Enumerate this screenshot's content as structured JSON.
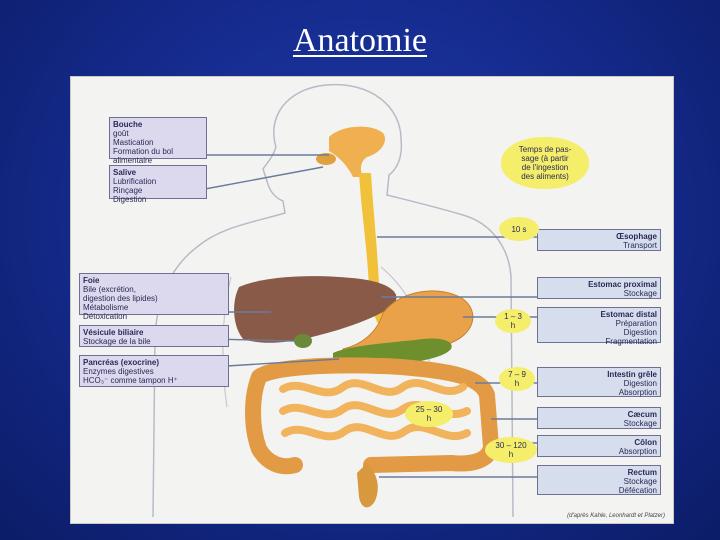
{
  "slide": {
    "title": "Anatomie"
  },
  "left_boxes": [
    {
      "title": "Bouche",
      "lines": [
        "goût",
        "Mastication",
        "Formation du bol",
        "alimentaire"
      ]
    },
    {
      "title": "Salive",
      "lines": [
        "Lubrification",
        "Rinçage",
        "Digestion"
      ]
    },
    {
      "title": "Foie",
      "lines": [
        "Bile (excrétion,",
        "digestion des lipides)",
        "Métabolisme",
        "Détoxication"
      ]
    },
    {
      "title": "Vésicule biliaire",
      "lines": [
        "Stockage de la bile"
      ]
    },
    {
      "title": "Pancréas (exocrine)",
      "lines": [
        "Enzymes digestives",
        "HCO₃⁻ comme tampon H⁺"
      ]
    }
  ],
  "right_boxes": [
    {
      "title": "Œsophage",
      "lines": [
        "Transport"
      ]
    },
    {
      "title": "Estomac proximal",
      "lines": [
        "Stockage"
      ]
    },
    {
      "title": "Estomac distal",
      "lines": [
        "Préparation",
        "Digestion",
        "Fragmentation"
      ]
    },
    {
      "title": "Intestin grêle",
      "lines": [
        "Digestion",
        "Absorption"
      ]
    },
    {
      "title": "Cæcum",
      "lines": [
        "Stockage"
      ]
    },
    {
      "title": "Côlon",
      "lines": [
        "Absorption"
      ]
    },
    {
      "title": "Rectum",
      "lines": [
        "Stockage",
        "Défécation"
      ]
    }
  ],
  "transit_bubbles": [
    {
      "lines": [
        "Temps de pas-",
        "sage (à partir",
        "de l'ingestion",
        "des aliments)"
      ]
    },
    {
      "lines": [
        "10 s"
      ]
    },
    {
      "lines": [
        "1 – 3",
        "h"
      ]
    },
    {
      "lines": [
        "7 – 9",
        "h"
      ]
    },
    {
      "lines": [
        "25 – 30",
        "h"
      ]
    },
    {
      "lines": [
        "30 – 120",
        "h"
      ]
    }
  ],
  "credit": "(d'après Kahle, Leonhardt et Platzer)",
  "colors": {
    "background": "#14298a",
    "box_fill": "#d9dcef",
    "bubble_fill": "#f4ee6a",
    "esophagus": "#f2c13a",
    "liver": "#8a5a48",
    "intestine": "#e9a24a",
    "pancreas": "#6d8f2c"
  }
}
